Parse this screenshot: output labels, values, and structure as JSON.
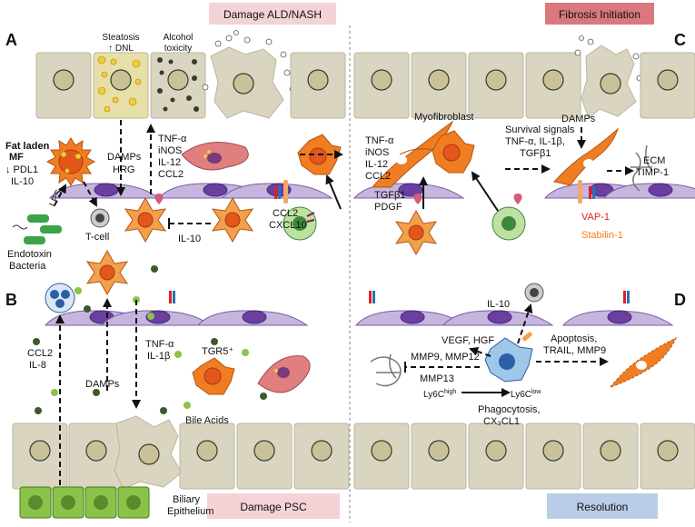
{
  "banners": {
    "top_left": "Damage ALD/NASH",
    "top_right": "Fibrosis Initiation",
    "bottom_left": "Damage PSC",
    "bottom_right": "Resolution"
  },
  "panels": {
    "a": "A",
    "b": "B",
    "c": "C",
    "d": "D"
  },
  "panel_a": {
    "steatosis": "Steatosis",
    "dnl": "↑ DNL",
    "alcohol_1": "Alcohol",
    "alcohol_2": "toxicity",
    "fat_laden_1": "Fat laden",
    "fat_laden_2": "MF",
    "pdl1": "↓ PDL1",
    "il10_a": "IL-10",
    "damps_1": "DAMPs",
    "hrg": "HRG",
    "tnf": "TNF-α",
    "inos": "iNOS",
    "il12": "IL-12",
    "ccl2": "CCL2",
    "lps": "LPS",
    "tcell": "T-cell",
    "endotoxin_1": "Endotoxin",
    "endotoxin_2": "Bacteria",
    "il10_b": "IL-10",
    "ccl2_b": "CCL2",
    "cxcl10": "CXCL10"
  },
  "panel_c": {
    "tnf": "TNF-α",
    "inos": "iNOS",
    "il12": "IL-12",
    "ccl2": "CCL2",
    "myofibroblast": "Myofibroblast",
    "tgfb1": "TGFβ1",
    "pdgf": "PDGF",
    "survival_1": "Survival signals",
    "survival_2": "TNF-α, IL-1β,",
    "survival_3": "TGFβ1",
    "damps": "DAMPs",
    "ecm": "ECM",
    "timp1": "TIMP-1",
    "vap1": "VAP-1",
    "stabilin1": "Stabilin-1"
  },
  "panel_b": {
    "ccl2": "CCL2",
    "il8": "IL-8",
    "tnf": "TNF-α",
    "il1b": "IL-1β",
    "tgr5": "TGR5⁺",
    "damps": "DAMPs",
    "bile_acids": "Bile Acids",
    "biliary_1": "Biliary",
    "biliary_2": "Epithelium"
  },
  "panel_d": {
    "il10": "IL-10",
    "vegf": "VEGF, HGF",
    "mmp9_12": "MMP9, MMP12",
    "mmp13": "MMP13",
    "apoptosis_1": "Apoptosis,",
    "apoptosis_2": "TRAIL, MMP9",
    "ly6c_high": "Ly6C",
    "ly6c_high_sup": "high",
    "ly6c_low": "Ly6C",
    "ly6c_low_sup": "low",
    "phago_1": "Phagocytosis,",
    "phago_2": "CX₃CL1"
  },
  "colors": {
    "hepatocyte": "#d9d5c0",
    "banner_red": "#d9797d",
    "banner_pink": "#f3d3d6",
    "banner_blue": "#b9cde6",
    "macrophage": "#f07d22",
    "endothelium": "#c6b6de",
    "vap1": "#e31e24",
    "stabilin1": "#f07d22"
  }
}
